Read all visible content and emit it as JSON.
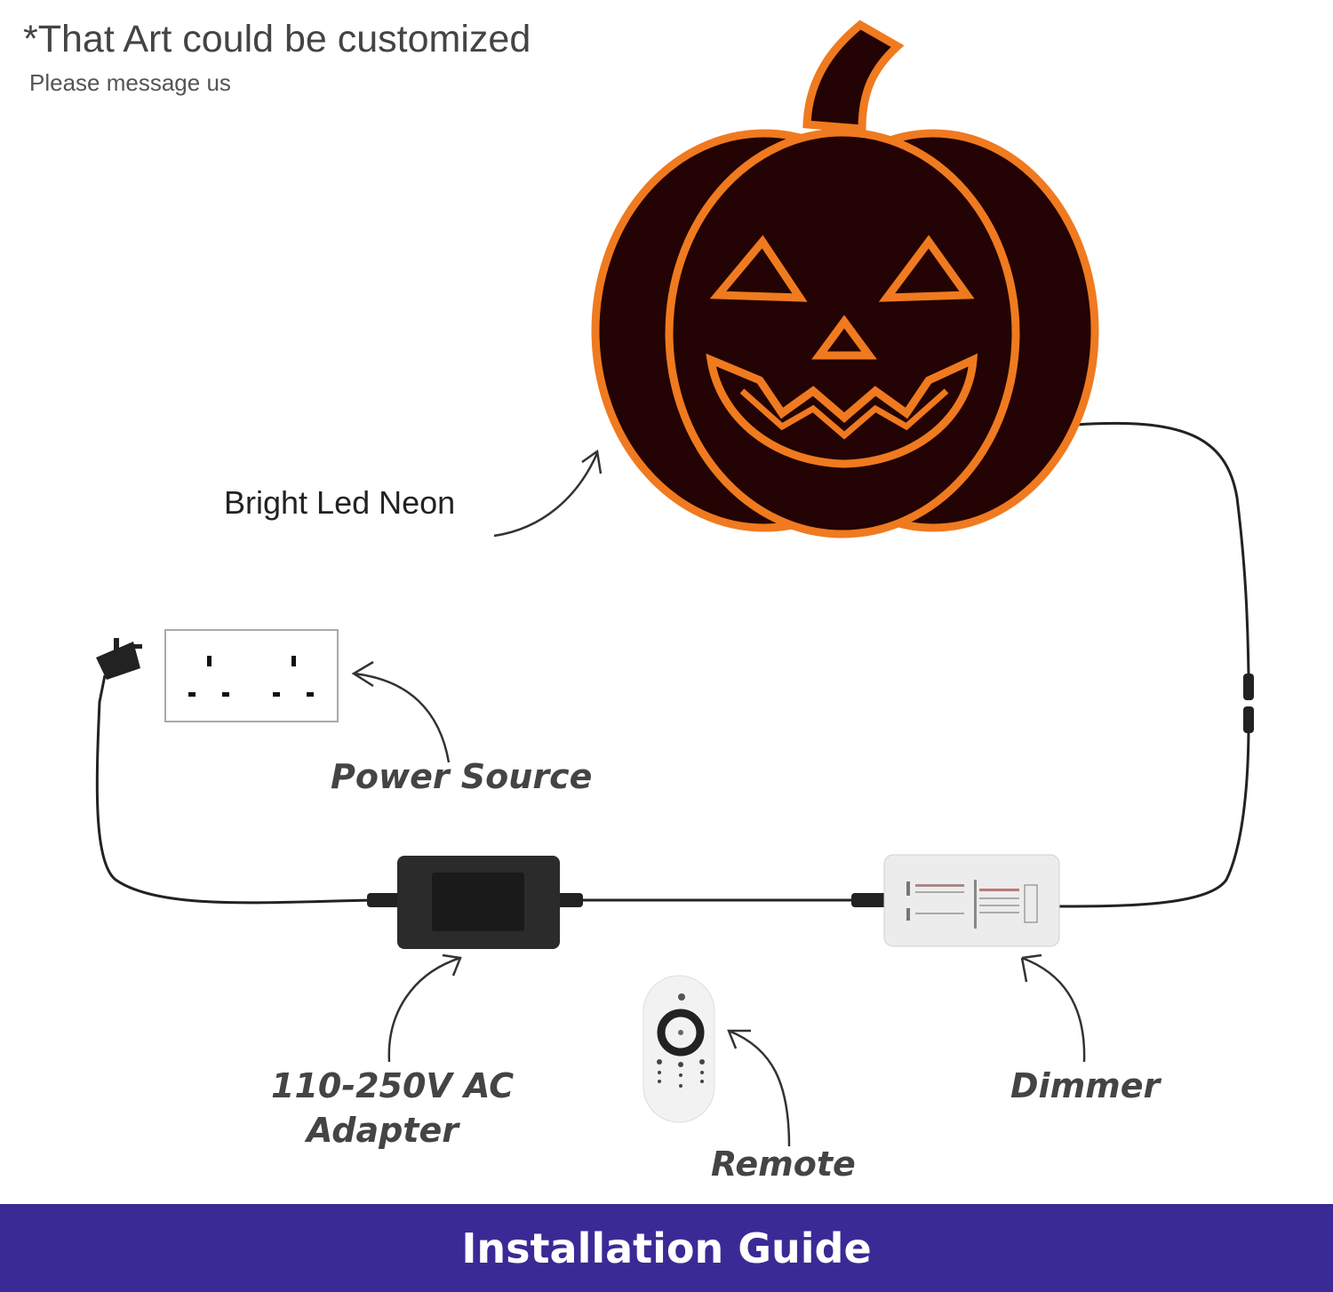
{
  "note": {
    "title": "*That Art could be customized",
    "subtitle": "Please message us"
  },
  "labels": {
    "neon": "Bright Led Neon",
    "power_source": "Power Source",
    "adapter_line1": "110-250V AC",
    "adapter_line2": "Adapter",
    "remote": "Remote",
    "dimmer": "Dimmer"
  },
  "banner": {
    "title": "Installation Guide"
  },
  "colors": {
    "neon_orange": "#f07a1f",
    "pumpkin_fill": "#230303",
    "banner": "#3a2a96"
  }
}
